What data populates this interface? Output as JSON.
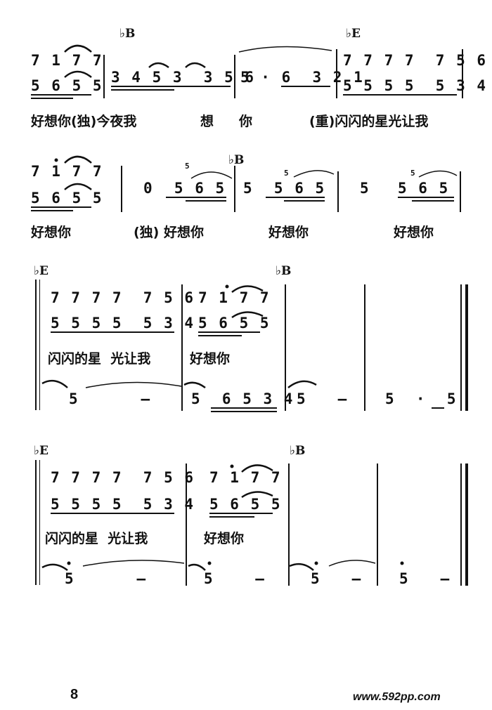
{
  "system1": {
    "chord1": "♭B",
    "chord2": "♭E",
    "m0_top": "7 1 7 7",
    "m0_bot": "5 6 5 5",
    "m1": "3 4 5 3  3 5 6",
    "m2": "5 · 6  3 2 1",
    "m3_top": "7 7 7 7  7 5 6",
    "m3_bot": "5 5 5 5  5 3 4",
    "lyric1": "好想你(独)今夜我",
    "lyric2": "想",
    "lyric3": "你",
    "lyric4": "(重)闪闪的星光让我"
  },
  "system2": {
    "chord1": "♭B",
    "m0_top": "7 1 7 7",
    "m0_bot": "5 6 5 5",
    "m1": "0  5 6 5",
    "m2": "5  5 6 5",
    "m3": "5",
    "m4": "5 6 5",
    "grace": "5",
    "lyric1": "好想你",
    "lyric2": "(独) 好想你",
    "lyric3": "好想你",
    "lyric4": "好想你"
  },
  "system3": {
    "chord1": "♭E",
    "chord2": "♭B",
    "m1_top": "7 7 7 7  7 5 6",
    "m1_bot": "5 5 5 5  5 3 4",
    "m2_top": "7 1 7 7",
    "m2_bot": "5 6 5 5",
    "lyric1": "闪闪的星  光让我",
    "lyric2": "好想你",
    "bass1": "5      –",
    "bass2": "5  6 5 3 4",
    "bass3": "5   –",
    "bass4": "5  ·  5"
  },
  "system4": {
    "chord1": "♭E",
    "chord2": "♭B",
    "m1_top": "7 7 7 7  7 5 6",
    "m1_bot": "5 5 5 5  5 3 4",
    "m2_top": "7 1 7 7",
    "m2_bot": "5 6 5 5",
    "lyric1": "闪闪的星  光让我",
    "lyric2": "好想你",
    "bass1": "5      –",
    "bass2": "5    –",
    "bass3": "5   –",
    "bass4": "5   –"
  },
  "footer": {
    "page_number": "8",
    "website": "www.592pp.com"
  }
}
